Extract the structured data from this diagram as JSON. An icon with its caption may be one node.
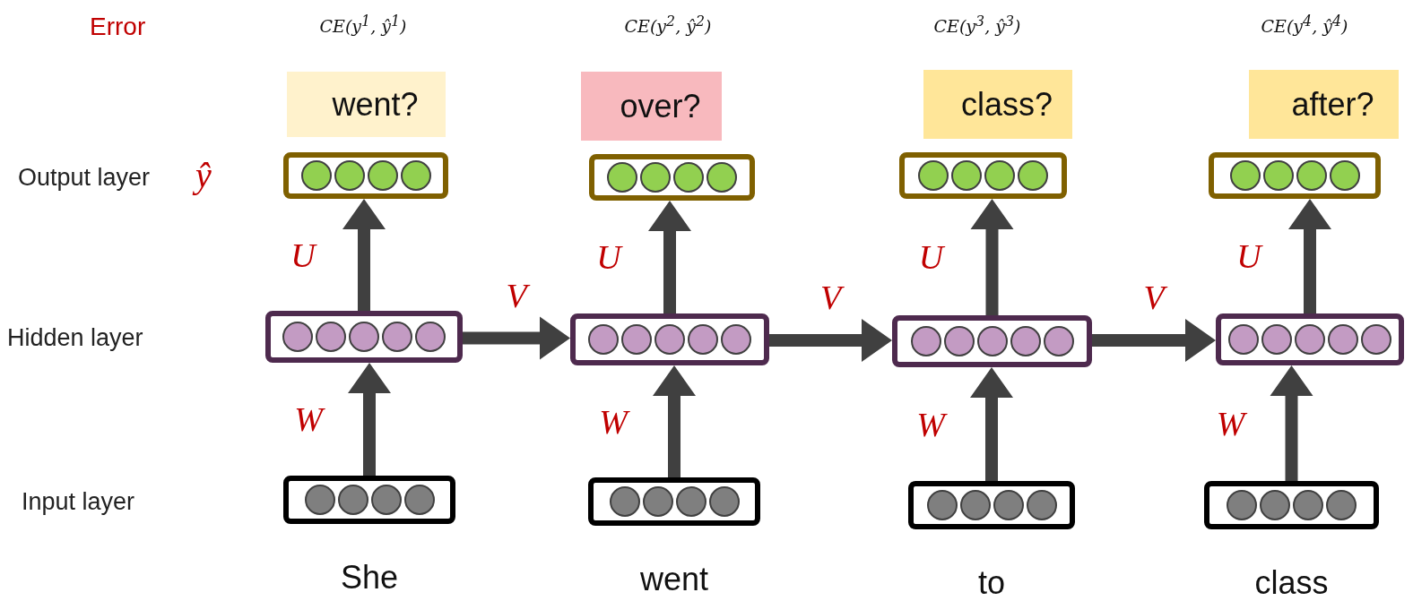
{
  "diagram": {
    "nodes": [
      {
        "text": [
          "went?"
        ]
      },
      {
        "text": [
          "over?"
        ]
      },
      {
        "text": [
          "class?"
        ]
      },
      {
        "text": [
          "after?"
        ]
      },
      {
        "text": [],
        "shape": "box"
      },
      {
        "text": [],
        "shape": "box"
      },
      {
        "text": [],
        "shape": "box"
      },
      {
        "text": [],
        "shape": "box"
      },
      {
        "text": [],
        "shape": "box"
      },
      {
        "text": [],
        "shape": "box"
      },
      {
        "text": [],
        "shape": "box"
      },
      {
        "text": [],
        "shape": "box"
      },
      {
        "text": [],
        "shape": "box",
        "beside": [
          "She"
        ]
      },
      {
        "text": [],
        "shape": "box",
        "beside": [
          "went"
        ]
      },
      {
        "text": [],
        "shape": "box",
        "beside": [
          "to"
        ]
      },
      {
        "text": [],
        "shape": "box",
        "beside": [
          "class"
        ]
      }
    ],
    "edges": [
      {
        "from": 12,
        "to": 8,
        "arrow": "to",
        "label": "W",
        "style": "thick"
      },
      {
        "from": 8,
        "to": 4,
        "arrow": "to",
        "label": "U",
        "style": "thick"
      },
      {
        "from": 8,
        "to": 9,
        "arrow": "to",
        "label": "V",
        "style": "thick"
      },
      {
        "from": 13,
        "to": 9,
        "arrow": "to",
        "label": "W",
        "style": "thick"
      },
      {
        "from": 9,
        "to": 5,
        "arrow": "to",
        "label": "U",
        "style": "thick"
      },
      {
        "from": 9,
        "to": 10,
        "arrow": "to",
        "label": "V",
        "style": "thick"
      },
      {
        "from": 14,
        "to": 10,
        "arrow": "to",
        "label": "W",
        "style": "thick"
      },
      {
        "from": 10,
        "to": 6,
        "arrow": "to",
        "label": "U",
        "style": "thick"
      },
      {
        "from": 10,
        "to": 11,
        "arrow": "to",
        "label": "V",
        "style": "thick"
      },
      {
        "from": 15,
        "to": 11,
        "arrow": "to",
        "label": "W",
        "style": "thick"
      },
      {
        "from": 11,
        "to": 7,
        "arrow": "to",
        "label": "U",
        "style": "thick"
      }
    ],
    "labels": [
      "Error",
      "CE(y$^{1}$, ŷ$^{1}$)",
      "CE(y$^{2}$, ŷ$^{2}$)",
      "CE(y$^{3}$, ŷ$^{3}$)",
      "CE(y$^{4}$, ŷ$^{4}$)",
      "Output layer",
      "ŷ",
      "Hidden layer",
      "Input layer"
    ]
  }
}
